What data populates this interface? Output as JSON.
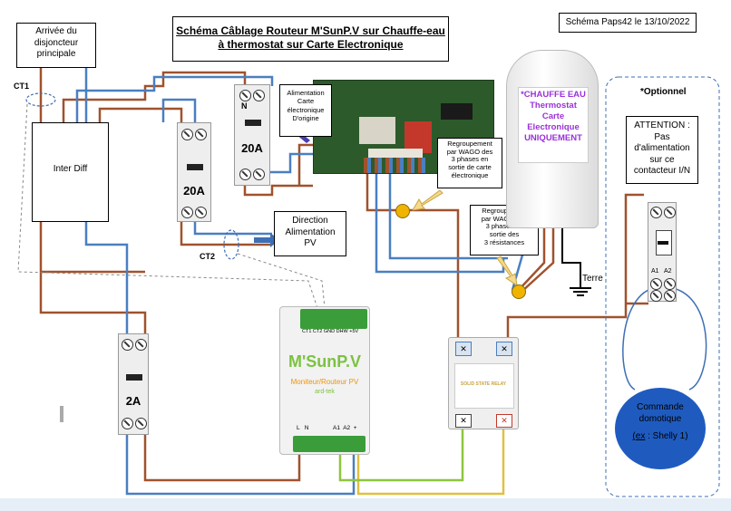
{
  "title": {
    "line1": "Schéma Câblage Routeur M'SunP.V sur Chauffe-eau",
    "line2": "à thermostat sur Carte Electronique"
  },
  "schema_credit": "Schéma Paps42 le 13/10/2022",
  "arrivee_box": {
    "line1": "Arrivée du",
    "line2": "disjoncteur",
    "line3": "principale"
  },
  "ct1_label": "CT1",
  "ct2_label": "CT2",
  "inter_diff_label": "Inter Diff",
  "breaker_20a_left": "20A",
  "breaker_20a_right": "20A",
  "breaker_20a_right_top": "N",
  "breaker_2a": "2A",
  "alimentation_box": {
    "line1": "Alimentation",
    "line2": "Carte",
    "line3": "électronique",
    "line4": "D'origine"
  },
  "regroupement_top_box": {
    "line1": "Regroupement",
    "line2": "par WAGO des",
    "line3": "3 phases en",
    "line4": "sortie de carte",
    "line5": "électronique"
  },
  "regroupement_bottom_box": {
    "line1": "Regroupement",
    "line2": "par WAGO des",
    "line3": "3 phases en",
    "line4": "sortie des",
    "line5": "3 résistances"
  },
  "direction_box": {
    "line1": "Direction",
    "line2": "Alimentation",
    "line3": "PV"
  },
  "chauffe_eau": {
    "line1": "*CHAUFFE EAU",
    "line2": "Thermostat",
    "line3": "Carte",
    "line4": "Electronique",
    "line5": "UNIQUEMENT"
  },
  "terre_label": "Terre",
  "optionnel_label": "*Optionnel",
  "attention_box": {
    "line1": "ATTENTION :",
    "line2": "Pas",
    "line3": "d'alimentation",
    "line4": "sur ce",
    "line5": "contacteur I/N"
  },
  "contactor_terminals": {
    "a1": "A1",
    "a2": "A2"
  },
  "msunpv": {
    "logo": "M'SunP.V",
    "subtitle": "Moniteur/Routeur PV",
    "brand": "ard-tek",
    "top_terminals": "CT1 CT2 GND DHW +5V",
    "bottom_terminals_left": "L   N",
    "bottom_terminals_right": "A1  A2  +"
  },
  "ssr": {
    "label": "SOLID STATE RELAY"
  },
  "commande_domotique": {
    "line1": "Commande",
    "line2": "domotique",
    "line3_prefix": "(ex",
    "line3_rest": " : Shelly 1)"
  },
  "colors": {
    "brown_wire": "#a0522d",
    "blue_wire": "#4a7fc1",
    "yellow_wire": "#e0c040",
    "green_wire": "#8dc63f",
    "chauffe_eau_text": "#9b30d9",
    "commande_fill": "#1f5bbf",
    "msunpv_green": "#7cc242",
    "msunpv_orange": "#f39200"
  }
}
